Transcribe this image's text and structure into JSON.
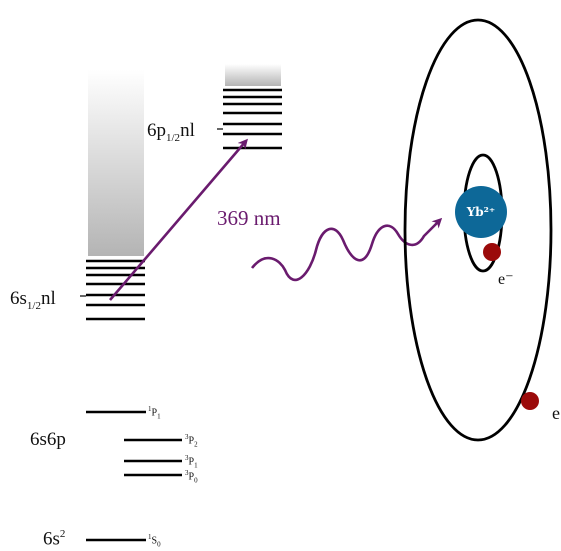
{
  "levels": {
    "rydberg_s": {
      "prefix": "6s",
      "sub": "1/2",
      "suffix": "nl"
    },
    "rydberg_p": {
      "prefix": "6p",
      "sub": "1/2",
      "suffix": "nl"
    },
    "config_6s6p": "6s6p",
    "config_6s2": {
      "base": "6s",
      "sup": "2"
    },
    "terms": {
      "P1_singlet": {
        "mult": "1",
        "L": "P",
        "J": "1"
      },
      "P2_triplet": {
        "mult": "3",
        "L": "P",
        "J": "2"
      },
      "P1_triplet": {
        "mult": "3",
        "L": "P",
        "J": "1"
      },
      "P0_triplet": {
        "mult": "3",
        "L": "P",
        "J": "0"
      },
      "S0_singlet": {
        "mult": "1",
        "L": "S",
        "J": "0"
      }
    }
  },
  "transition": {
    "wavelength": "369 nm",
    "color": "#6a1b6e"
  },
  "atom": {
    "ion_label": "Yb²⁺",
    "inner_electron_label": "e⁻",
    "outer_electron_label": "e",
    "ion_color": "#0d6898",
    "electron_color": "#9b0a0a"
  }
}
